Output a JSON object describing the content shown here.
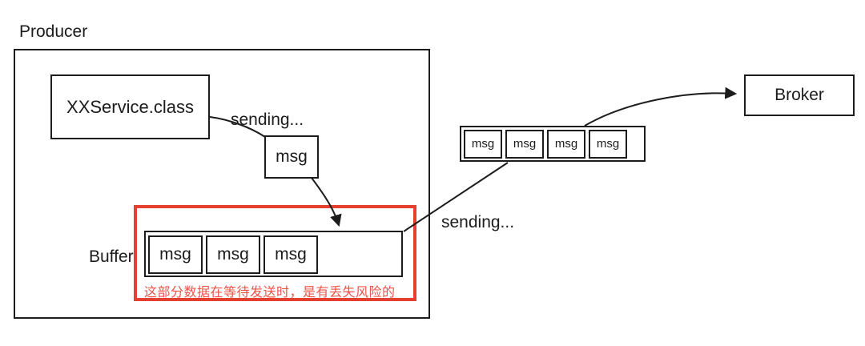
{
  "diagram": {
    "producer": {
      "label": "Producer"
    },
    "service": {
      "label": "XXService.class"
    },
    "sending_top": "sending...",
    "single_msg": "msg",
    "buffer": {
      "label": "Buffer",
      "msgs": [
        "msg",
        "msg",
        "msg"
      ],
      "warning": "这部分数据在等待发送时，是有丢失风险的"
    },
    "send_queue": {
      "msgs": [
        "msg",
        "msg",
        "msg",
        "msg"
      ]
    },
    "sending_bottom": "sending...",
    "broker": {
      "label": "Broker"
    },
    "colors": {
      "line": "#1c1c1c",
      "risk_red": "#e5402f",
      "warning_text_red": "#ef5348",
      "background": "#ffffff"
    }
  }
}
